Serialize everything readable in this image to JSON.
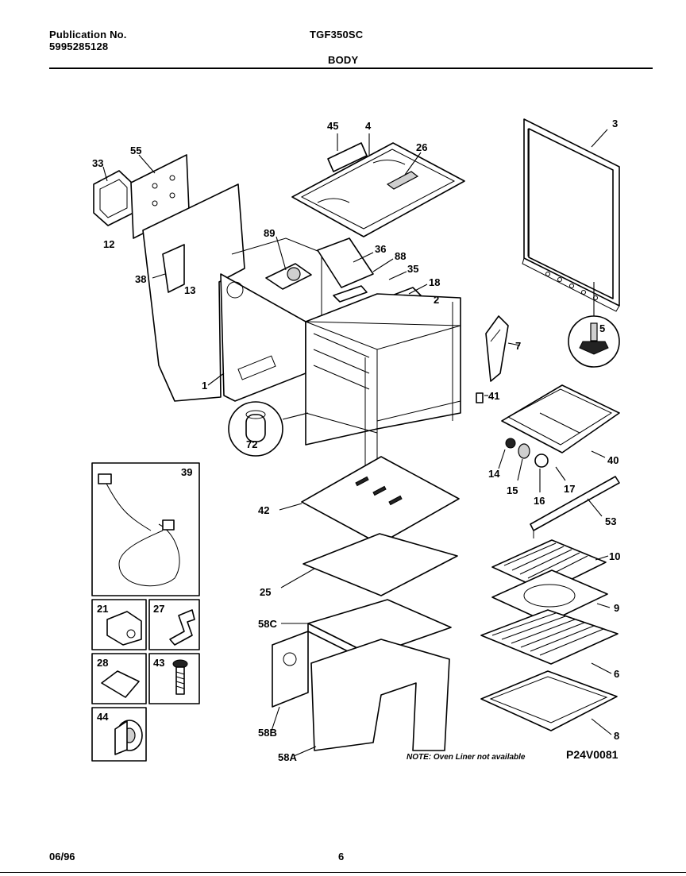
{
  "header": {
    "publication_label": "Publication No.",
    "publication_number": "5995285128",
    "model": "TGF350SC",
    "section": "BODY"
  },
  "callouts": {
    "p1": "1",
    "p2": "2",
    "p3": "3",
    "p4": "4",
    "p5": "5",
    "p6": "6",
    "p7": "7",
    "p8": "8",
    "p9": "9",
    "p10": "10",
    "p12": "12",
    "p13": "13",
    "p14": "14",
    "p15": "15",
    "p16": "16",
    "p17": "17",
    "p18": "18",
    "p26": "26",
    "p33": "33",
    "p35": "35",
    "p36": "36",
    "p38": "38",
    "p39": "39",
    "p40": "40",
    "p41": "41",
    "p42": "42",
    "p45": "45",
    "p53": "53",
    "p55": "55",
    "p72": "72",
    "p88": "88",
    "p89": "89",
    "p25": "25",
    "p58C": "58C",
    "p58B": "58B",
    "p58A": "58A",
    "p21": "21",
    "p27": "27",
    "p28": "28",
    "p43": "43",
    "p44": "44"
  },
  "note": "NOTE: Oven Liner not available",
  "drawing_code": "P24V0081",
  "footer": {
    "date": "06/96",
    "page": "6"
  }
}
